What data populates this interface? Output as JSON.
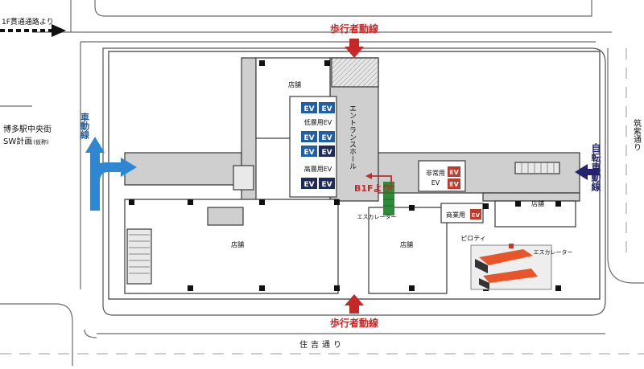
{
  "colors": {
    "road_line": "#6c6c6c",
    "building_line": "#3a3a3a",
    "corridor_fill": "#cfcfcf",
    "room_fill": "#ffffff",
    "column_fill": "#111111",
    "ev_blue": "#1f5fa8",
    "ev_dark": "#1d2a5a",
    "ev_red": "#c0392b",
    "arrow_red": "#c62828",
    "arrow_blue": "#2f86d1",
    "arrow_navy": "#23236e",
    "arrow_black": "#111111",
    "escalator_green": "#2e8b3a",
    "escalator_orange": "#e8552b",
    "text_red": "#c62828",
    "text_navy": "#23236e",
    "text_blue": "#1f5fa8"
  },
  "labels": {
    "from_1f_passage": "1F貫通通路より",
    "pedestrian_flow_top": "歩行者動線",
    "pedestrian_flow_bottom": "歩行者動線",
    "vehicle_flow": "車動線",
    "bicycle_flow": "自転車動線",
    "plan_left_line1": "博多駅中央街",
    "plan_left_line2": "SW計画",
    "plan_left_note": "(仮称)",
    "chikushi_street": "筑紫通り",
    "sumiyoshi_street": "住吉通り",
    "entrance_hall": "エントランスホール",
    "from_b1f": "B1Fより",
    "shop": "店舗",
    "low_floor_ev": "低層用EV",
    "high_floor_ev": "高層用EV",
    "ev": "EV",
    "emergency_ev": "非常用",
    "emergency_ev_2": "EV",
    "commercial_ev": "商業用",
    "escalator": "エスカレーター",
    "escalator_right": "エスカレーター",
    "piloti": "ピロティ"
  }
}
